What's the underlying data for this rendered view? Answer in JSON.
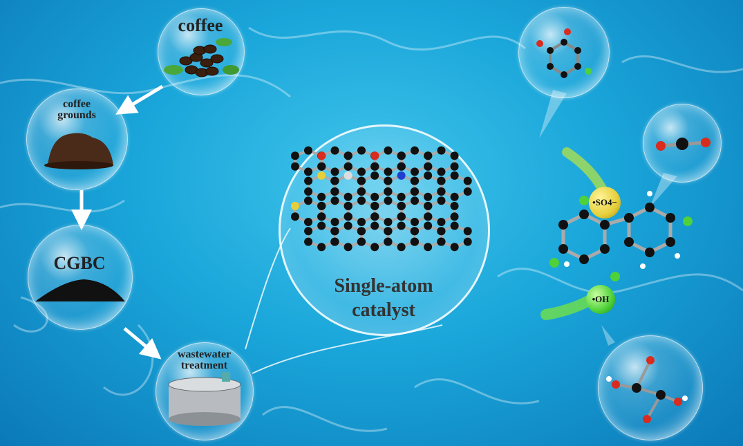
{
  "title_labels": {
    "coffee": "coffee",
    "coffee_grounds": "coffee grounds",
    "cgbc": "CGBC",
    "wastewater_treatment": "wastewater treatment",
    "catalyst_line1": "Single-atom",
    "catalyst_line2": "catalyst"
  },
  "radicals": {
    "sulfate": "•SO4−",
    "hydroxyl": "•OH"
  },
  "colors": {
    "water": "#1aa6da",
    "carbon": "#111111",
    "sulfur": "#e6cf3a",
    "nitrogen": "#1f3fd0",
    "oxygen": "#d92b1e",
    "chlorine": "#4ed13a",
    "hydrogen": "#ffffff"
  }
}
